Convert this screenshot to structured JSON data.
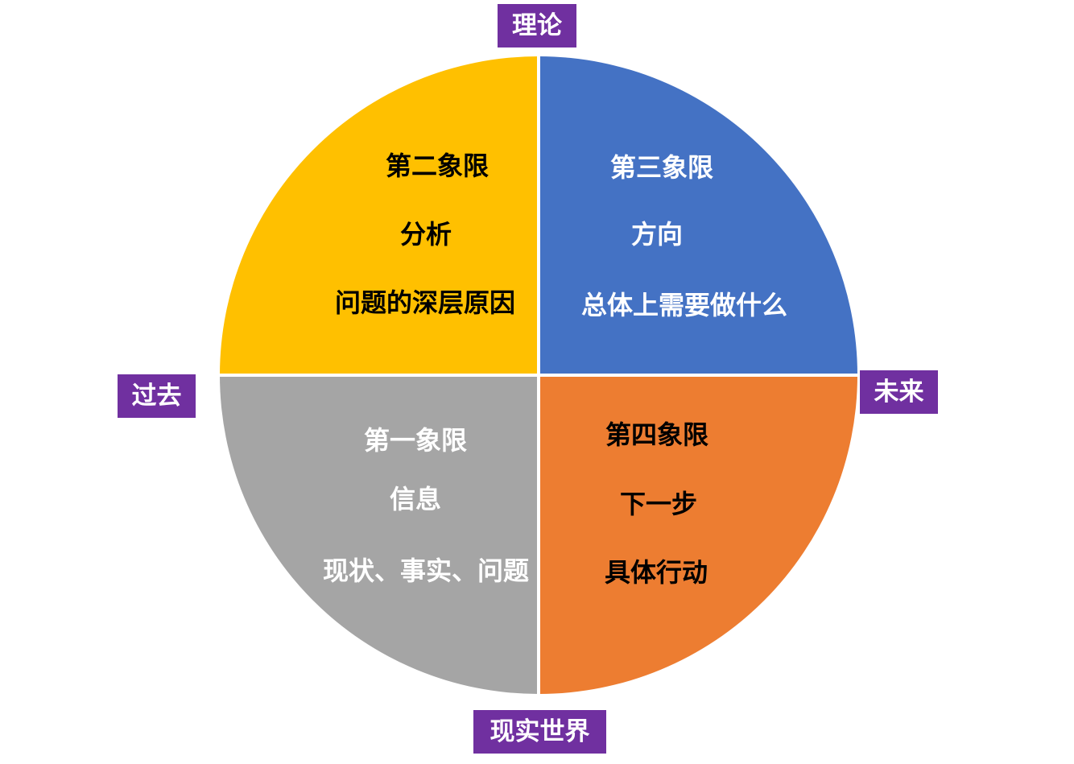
{
  "colors": {
    "quadrant_past_theory": "#ffc000",
    "quadrant_future_theory": "#4472c4",
    "quadrant_past_real": "#a5a5a5",
    "quadrant_future_real": "#ed7d31",
    "axis_label_bg": "#7030a0",
    "divider": "#ffffff"
  },
  "axis_labels": {
    "top": "理论",
    "left": "过去",
    "right": "未来",
    "bottom": "现实世界"
  },
  "quadrants": {
    "q2": {
      "title": "第二象限",
      "name": "分析",
      "desc": "问题的深层原因"
    },
    "q3": {
      "title": "第三象限",
      "name": "方向",
      "desc": "总体上需要做什么"
    },
    "q1": {
      "title": "第一象限",
      "name": "信息",
      "desc": "现状、事实、问题"
    },
    "q4": {
      "title": "第四象限",
      "name": "下一步",
      "desc": "具体行动"
    }
  }
}
